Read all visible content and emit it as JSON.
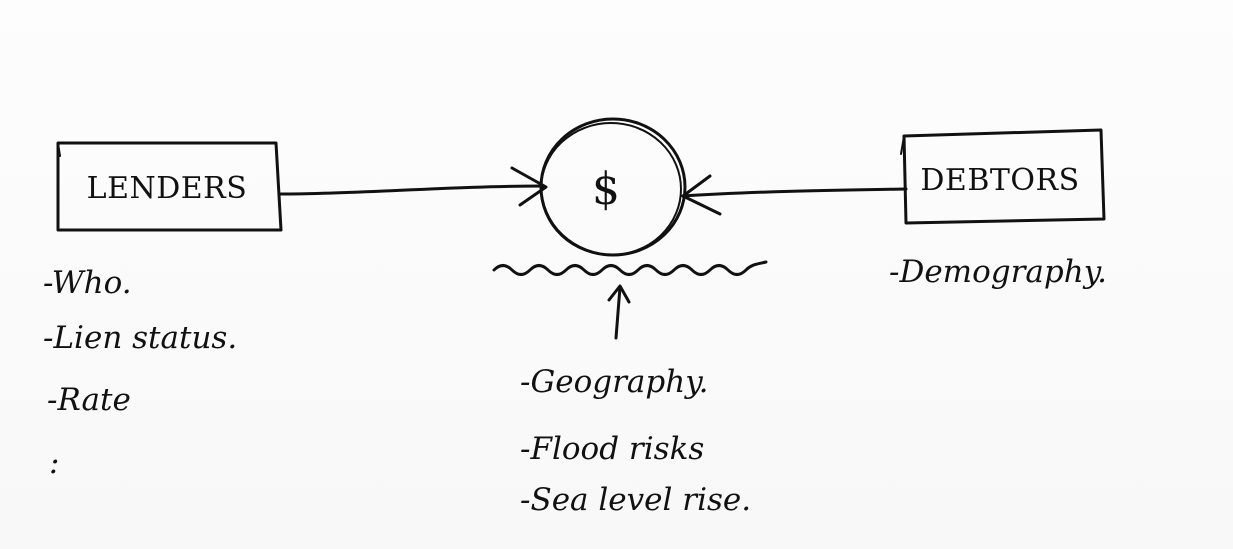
{
  "nodes": {
    "lenders": {
      "label": "LENDERS",
      "notes": [
        "-Who.",
        "-Lien status.",
        "-Rate",
        ":"
      ]
    },
    "center": {
      "label": "$",
      "notes": [
        "-Geography.",
        "-Flood risks",
        "-Sea level rise."
      ]
    },
    "debtors": {
      "label": "DEBTORS",
      "notes": [
        "-Demography."
      ]
    }
  }
}
